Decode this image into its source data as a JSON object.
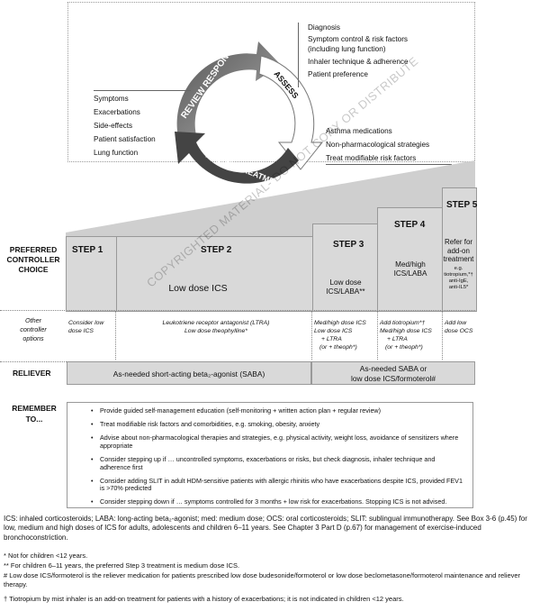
{
  "cycle": {
    "review_response": "REVIEW RESPONSE",
    "assess": "ASSESS",
    "adjust_treatment": "ADJUST TREATMENT"
  },
  "assess_items": [
    "Diagnosis",
    "Symptom control & risk factors",
    "(including lung function)",
    "Inhaler technique & adherence",
    "Patient preference"
  ],
  "review_items": [
    "Symptoms",
    "Exacerbations",
    "Side-effects",
    "Patient satisfaction",
    "Lung function"
  ],
  "adjust_items": [
    "Asthma medications",
    "Non-pharmacological strategies",
    "Treat modifiable risk factors"
  ],
  "row_labels": {
    "preferred": [
      "PREFERRED",
      "CONTROLLER",
      "CHOICE"
    ],
    "other": [
      "Other",
      "controller",
      "options"
    ],
    "reliever": "RELIEVER",
    "remember": [
      "REMEMBER",
      "TO..."
    ]
  },
  "steps": {
    "step1": {
      "label": "STEP 1",
      "other": [
        "Consider low",
        "dose ICS"
      ]
    },
    "step2": {
      "label": "STEP 2",
      "preferred": "Low dose ICS",
      "other": [
        "Leukotriene receptor antagonist (LTRA)",
        "Low dose theophylline*"
      ]
    },
    "step3": {
      "label": "STEP 3",
      "preferred": [
        "Low dose",
        "ICS/LABA**"
      ],
      "other": [
        "Med/high dose ICS",
        "Low dose ICS",
        "+ LTRA",
        "(or + theoph*)"
      ]
    },
    "step4": {
      "label": "STEP 4",
      "preferred": [
        "Med/high",
        "ICS/LABA"
      ],
      "other": [
        "Add tiotropium*†",
        "Med/high dose ICS",
        "+ LTRA",
        "(or + theoph*)"
      ]
    },
    "step5": {
      "label": "STEP 5",
      "preferred": [
        "Refer for",
        "add-on",
        "treatment"
      ],
      "preferred_small": [
        "e.g.",
        "tiotropium,*†",
        "anti-IgE,",
        "anti-IL5*"
      ],
      "other": [
        "Add low",
        "dose OCS"
      ]
    }
  },
  "reliever": {
    "left": "As-needed short-acting beta₂-agonist (SABA)",
    "right_line1": "As-needed SABA or",
    "right_line2": "low dose ICS/formoterol#"
  },
  "remember_items": [
    "Provide guided self-management education (self-monitoring + written action plan + regular review)",
    "Treat modifiable risk factors and comorbidities, e.g. smoking, obesity, anxiety",
    "Advise about non-pharmacological therapies and strategies, e.g. physical activity, weight loss, avoidance of sensitizers where appropriate",
    "Consider stepping up if … uncontrolled symptoms, exacerbations or risks, but check diagnosis, inhaler technique and adherence first",
    "Consider adding SLIT in adult HDM-sensitive patients with allergic rhinitis who have exacerbations despite ICS, provided FEV1 is >70% predicted",
    "Consider stepping down if … symptoms controlled for 3 months + low risk for exacerbations. Stopping ICS is not advised."
  ],
  "watermark": "COPYRIGHTED MATERIAL- DO NOT COPY OR DISTRIBUTE",
  "footnotes": {
    "abbrev": "ICS: inhaled corticosteroids; LABA: long-acting beta₂-agonist; med: medium dose; OCS: oral corticosteroids; SLIT: sublingual immunotherapy. See Box 3-6 (p.45) for low, medium and high doses of ICS for adults, adolescents and children 6–11 years. See Chapter 3 Part D (p.67) for management of exercise-induced bronchoconstriction.",
    "notes": [
      "* Not for children <12 years.",
      "** For children 6–11 years, the preferred Step 3 treatment is medium dose ICS.",
      "# Low dose ICS/formoterol is the reliever medication for patients prescribed low dose budesonide/formoterol or low dose beclometasone/formoterol maintenance and reliever therapy.",
      "† Tiotropium by mist inhaler is an add-on treatment for patients with a history of exacerbations; it is not indicated in children <12 years."
    ]
  }
}
